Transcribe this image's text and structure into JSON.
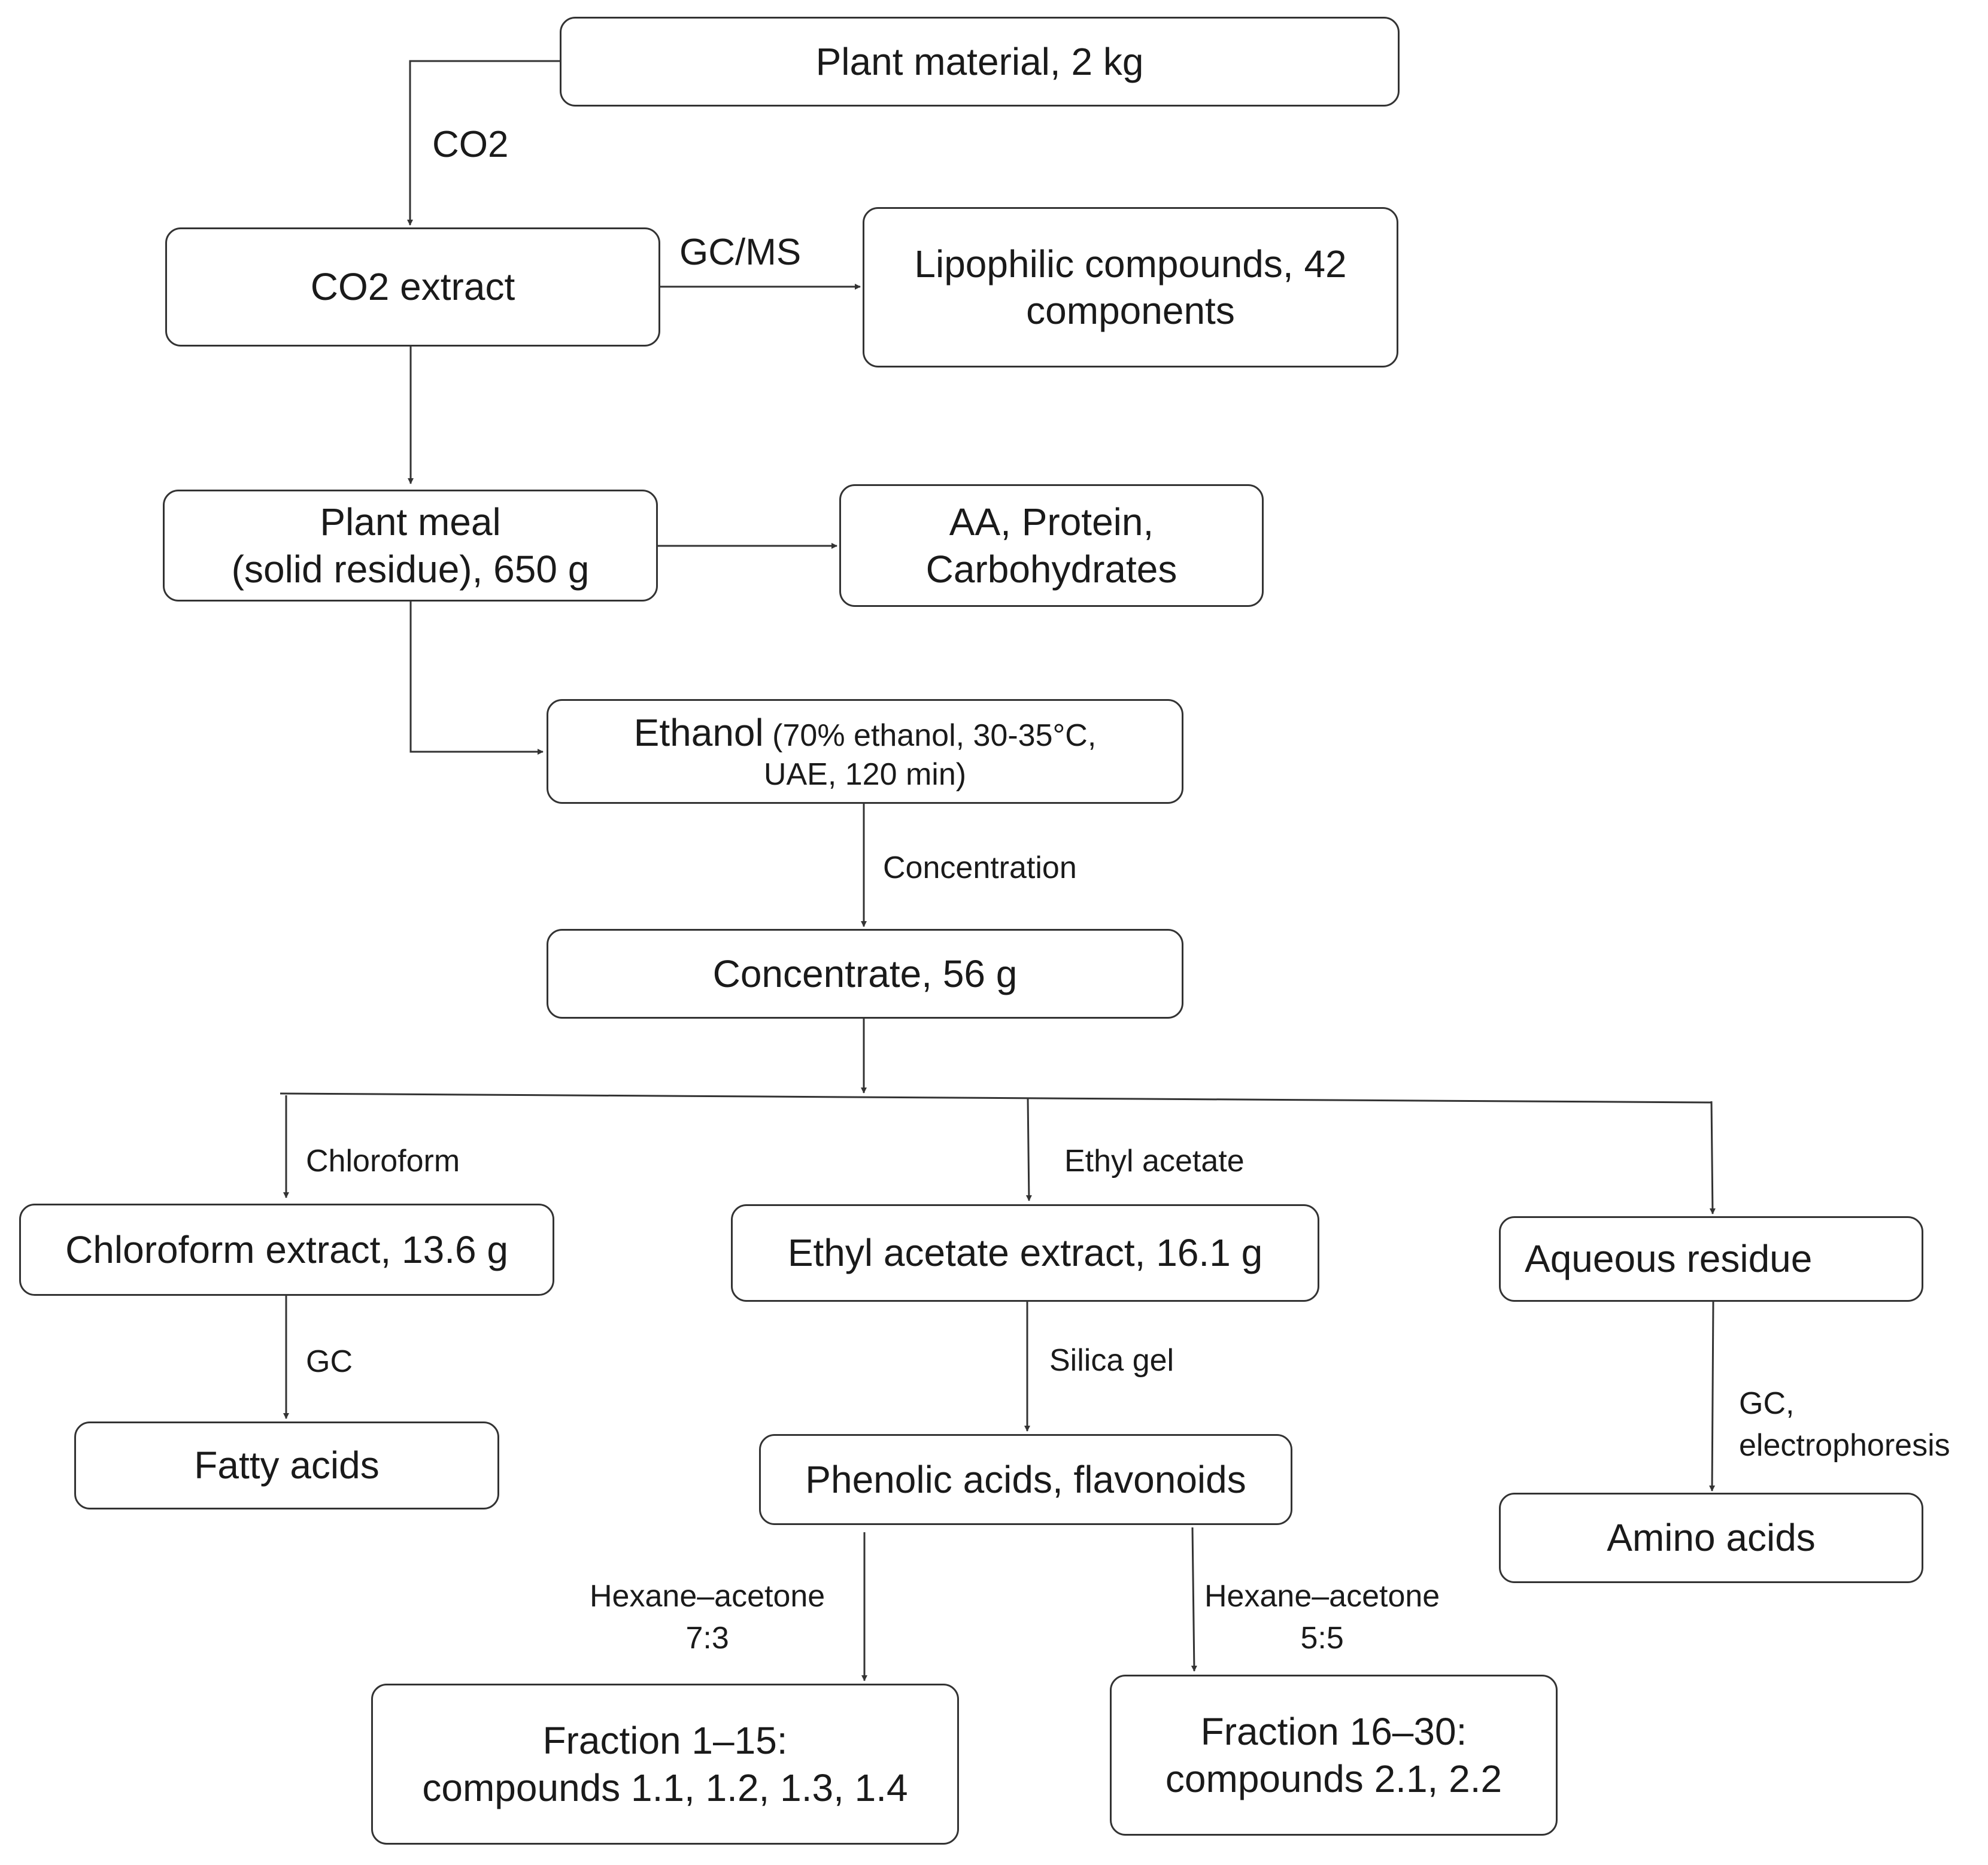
{
  "colors": {
    "line": "#333333",
    "text": "#1a1a1a",
    "background": "#ffffff"
  },
  "nodes": {
    "plant_material": "Plant material, 2 kg",
    "co2_extract": "CO2 extract",
    "lipophilic": {
      "line1": "Lipophilic compounds, 42",
      "line2": "components"
    },
    "plant_meal": {
      "line1": "Plant meal",
      "line2": "(solid residue), 650 g"
    },
    "aa_protein": {
      "line1": "AA, Protein,",
      "line2": "Carbohydrates"
    },
    "ethanol": {
      "title": "Ethanol",
      "detail1": " (70% ethanol, 30-35°C,",
      "detail2": "UAE, 120 min)"
    },
    "concentrate": "Concentrate, 56 g",
    "chloroform_extract": "Chloroform extract, 13.6 g",
    "ethyl_acetate_extract": "Ethyl acetate extract, 16.1 g",
    "aqueous_residue": "Aqueous residue",
    "fatty_acids": "Fatty acids",
    "phenolic": "Phenolic acids, flavonoids",
    "amino_acids": "Amino acids",
    "fraction_1_15": {
      "line1": "Fraction 1–15:",
      "line2": "compounds 1.1, 1.2, 1.3, 1.4"
    },
    "fraction_16_30": {
      "line1": "Fraction 16–30:",
      "line2": "compounds 2.1, 2.2"
    }
  },
  "labels": {
    "co2": "CO2",
    "gcms": "GC/MS",
    "concentration": "Concentration",
    "chloroform": "Chloroform",
    "ethyl_acetate": "Ethyl acetate",
    "gc": "GC",
    "silica_gel": "Silica gel",
    "gc_electro": {
      "line1": "GC,",
      "line2": "electrophoresis"
    },
    "hexane_73": {
      "line1": "Hexane–acetone",
      "line2": "7:3"
    },
    "hexane_55": {
      "line1": "Hexane–acetone",
      "line2": "5:5"
    }
  }
}
